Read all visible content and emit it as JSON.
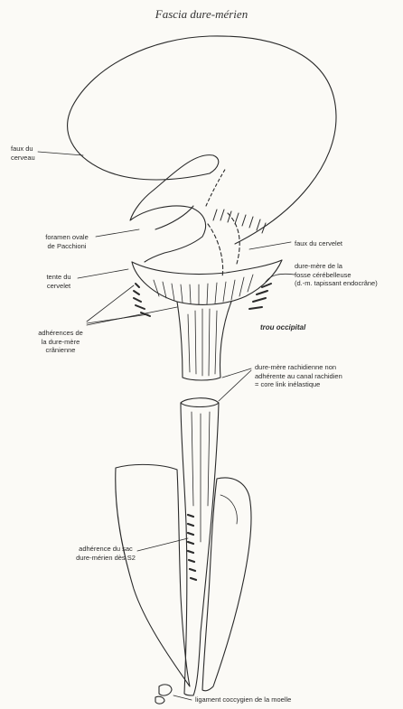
{
  "title": "Fascia dure-mérien",
  "labels": {
    "faux_cerveau": "faux du\ncerveau",
    "foramen_ovale": "foramen ovale\nde Pacchioni",
    "faux_cervelet": "faux du cervelet",
    "tente_cervelet": "tente du\ncervelet",
    "dure_mere_fosse": "dure-mère de la\nfosse cérébelleuse\n(d.-m. tapissant endocrâne)",
    "trou_occipital": "trou occipital",
    "adherences_cranienne": "adhérences de\nla dure-mère\ncrânienne",
    "dure_mere_rachidienne": "dure-mère rachidienne non\nadhérente au canal rachidien\n= core link inélastique",
    "adherence_sac": "adhérence du sac\ndure-mérien dès S2",
    "ligament_coccygien": "ligament coccygien de la moelle"
  },
  "colors": {
    "ink": "#2a2a2a",
    "paper": "#fbfaf6"
  }
}
